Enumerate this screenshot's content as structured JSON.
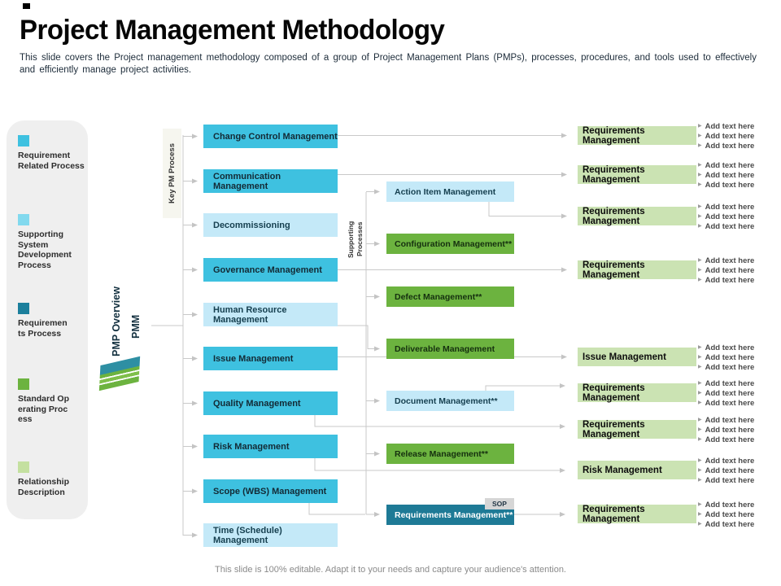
{
  "slide": {
    "title": "Project Management Methodology",
    "subtitle": "This slide covers the Project management methodology composed of a group of Project Management Plans (PMPs), processes, procedures, and tools used to effectively and efficiently manage project activities.",
    "footer": "This slide is 100% editable. Adapt it to your needs and capture your audience's attention."
  },
  "colors": {
    "cyan": "#3ec1e0",
    "light_blue": "#c4e9f8",
    "green": "#6cb33f",
    "light_green": "#cbe3b3",
    "dark_teal": "#1e7a96",
    "legend_light_cyan": "#82d9ee",
    "legend_dark_teal": "#1b7f9c",
    "legend_light_green": "#c4e0a0",
    "connector_gray": "#c9c9c9"
  },
  "legend": {
    "items": [
      {
        "label": "Requirement Related Process",
        "color": "#3ec1e0"
      },
      {
        "label": "Supporting System Development Process",
        "color": "#82d9ee"
      },
      {
        "label": "Requirements Process",
        "color": "#1b7f9c"
      },
      {
        "label": "Standard Operating Process",
        "color": "#6cb33f"
      },
      {
        "label": "Relationship Description",
        "color": "#c4e0a0"
      }
    ]
  },
  "overview": {
    "pmp_label": "PMP Overview",
    "pmm_label": "PMM"
  },
  "key_pm": {
    "label": "Key PM Process",
    "boxes": [
      {
        "label": "Change Control Management",
        "variant": "cyan"
      },
      {
        "label": "Communication Management",
        "variant": "cyan"
      },
      {
        "label": "Decommissioning",
        "variant": "light"
      },
      {
        "label": "Governance Management",
        "variant": "cyan"
      },
      {
        "label": "Human Resource Management",
        "variant": "light"
      },
      {
        "label": "Issue Management",
        "variant": "cyan"
      },
      {
        "label": "Quality Management",
        "variant": "cyan"
      },
      {
        "label": "Risk Management",
        "variant": "cyan"
      },
      {
        "label": "Scope (WBS) Management",
        "variant": "cyan"
      },
      {
        "label": "Time (Schedule) Management",
        "variant": "light"
      }
    ]
  },
  "supporting": {
    "label": "Supporting Processes",
    "sop_tag": "SOP",
    "boxes": [
      {
        "label": "Action Item Management",
        "variant": "light"
      },
      {
        "label": "Configuration Management**",
        "variant": "green"
      },
      {
        "label": "Defect Management**",
        "variant": "green"
      },
      {
        "label": "Deliverable Management",
        "variant": "green"
      },
      {
        "label": "Document Management**",
        "variant": "light"
      },
      {
        "label": "Release Management**",
        "variant": "green"
      },
      {
        "label": "Requirements Management**",
        "variant": "teal"
      }
    ]
  },
  "outcomes": {
    "add_text": "Add text here",
    "boxes": [
      {
        "label": "Requirements Management"
      },
      {
        "label": "Requirements Management"
      },
      {
        "label": "Requirements Management"
      },
      {
        "label": "Requirements Management"
      },
      {
        "label": "Issue Management"
      },
      {
        "label": "Requirements Management"
      },
      {
        "label": "Requirements Management"
      },
      {
        "label": "Risk Management"
      },
      {
        "label": "Requirements Management"
      }
    ]
  }
}
